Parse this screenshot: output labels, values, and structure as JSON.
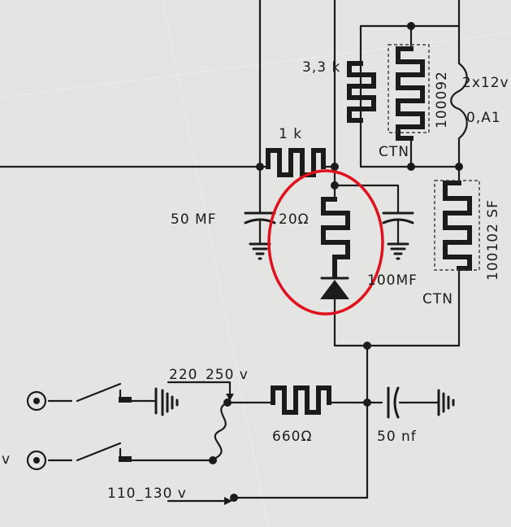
{
  "labels": {
    "r_3k3": "3,3 k",
    "ctn1_part": "100092",
    "lamp": "2x12v",
    "lamp_current": "0,A1",
    "ctn1": "CTN",
    "r_1k": "1 k",
    "c_50mf": "50 MF",
    "r_20": "20Ω",
    "c_100mf": "100MF",
    "ctn2_part": "100102 SF",
    "ctn2": "CTN",
    "tap_220": "220_250 v",
    "r_660": "660Ω",
    "c_50nf": "50 nf",
    "tap_110": "110_130 v",
    "v": "v"
  },
  "colors": {
    "ink": "#1b1b1b",
    "paper": "#e4e4e2",
    "highlight": "#e0111d"
  }
}
